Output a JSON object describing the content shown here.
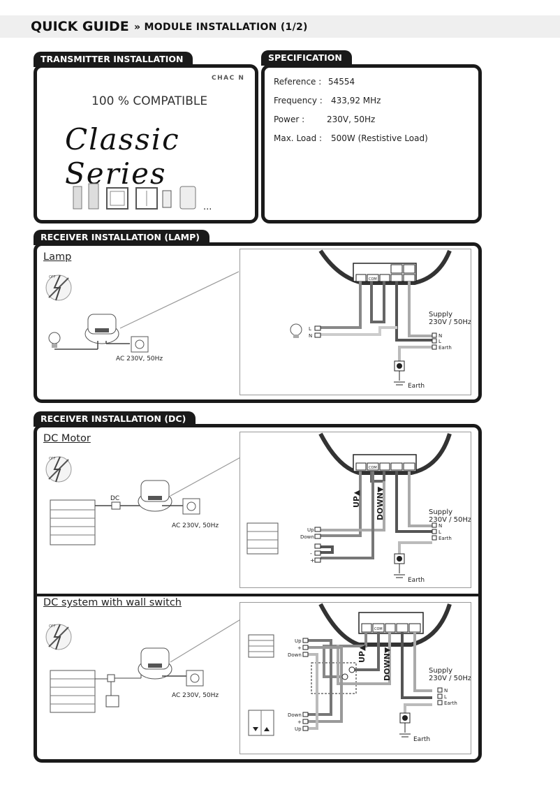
{
  "header": {
    "title": "QUICK GUIDE",
    "subtitle": "» MODULE INSTALLATION (1/2)"
  },
  "transmitter": {
    "tab": "TRANSMITTER INSTALLATION",
    "brand": "CHAC N",
    "compatible": "100 % COMPATIBLE",
    "series": "Classic Series",
    "ellipsis": "..."
  },
  "specification": {
    "tab": "SPECIFICATION",
    "rows": [
      {
        "label": "Reference :",
        "value": "54554"
      },
      {
        "label": "Frequency :",
        "value": "433,92 MHz"
      },
      {
        "label": "Power :",
        "value": "230V, 50Hz"
      },
      {
        "label": "Max. Load :",
        "value": "500W (Restistive Load)"
      }
    ]
  },
  "lamp": {
    "tab": "RECEIVER INSTALLATION (LAMP)",
    "heading": "Lamp",
    "off": "OFF",
    "ac": "AC 230V, 50Hz",
    "l": "L",
    "n": "N",
    "supply1": "Supply",
    "supply2": "230V / 50Hz",
    "earth": "Earth",
    "com": "COM"
  },
  "dc": {
    "tab": "RECEIVER INSTALLATION (DC)",
    "heading": "DC Motor",
    "off": "OFF",
    "dc": "DC",
    "ac": "AC 230V, 50Hz",
    "up_arrow": "UP▲",
    "down_arrow": "DOWN▼",
    "up": "Up",
    "down": "Down",
    "minus": "-",
    "plus": "+",
    "supply1": "Supply",
    "supply2": "230V / 50Hz",
    "n": "N",
    "l": "L",
    "earth": "Earth",
    "com": "COM"
  },
  "wall": {
    "heading": "DC system with wall switch",
    "off": "OFF",
    "ac": "AC 230V, 50Hz",
    "up_arrow": "UP▲",
    "down_arrow": "DOWN▼",
    "up": "Up",
    "down": "Down",
    "plus": "+",
    "supply1": "Supply",
    "supply2": "230V / 50Hz",
    "n": "N",
    "l": "L",
    "earth": "Earth",
    "com": "COM"
  }
}
